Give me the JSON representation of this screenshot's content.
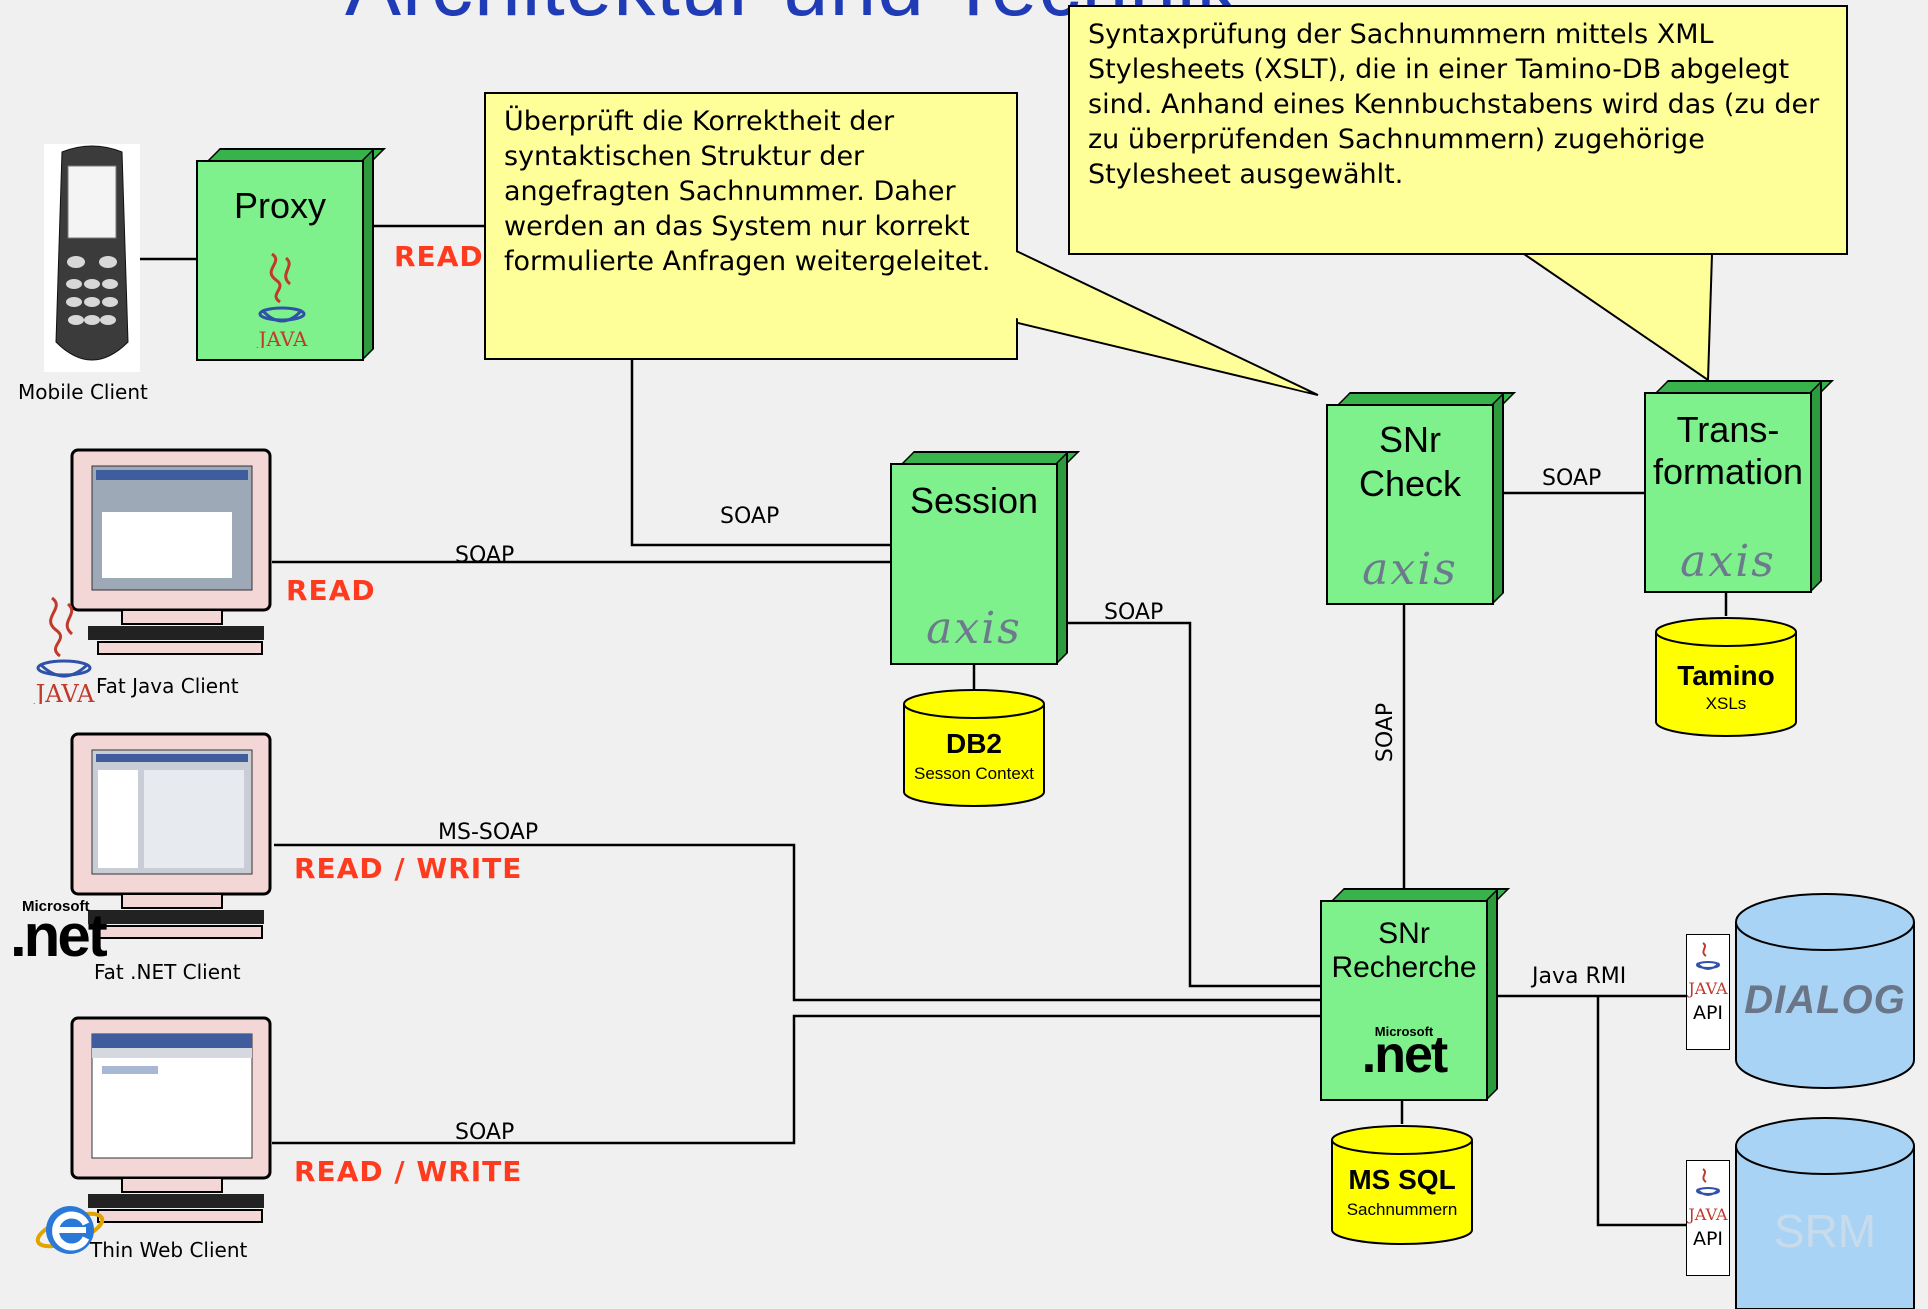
{
  "title": "Architektur und Technik",
  "colors": {
    "box_green": "#7ef08c",
    "callout_yellow": "#ffff99",
    "db_yellow": "#ffff00",
    "db_blue": "#a9d3f5",
    "rw_red": "#ff3b1f",
    "title_blue": "#1f3cb6"
  },
  "callouts": {
    "syntax_check": "Überprüft die Korrektheit der syntaktischen Struktur der angefragten Sachnummer. Daher werden an das System nur korrekt formulierte Anfragen weitergeleitet.",
    "xslt_check": "Syntaxprüfung der Sachnummern mittels XML Stylesheets (XSLT), die in einer Tamino-DB abgelegt sind. Anhand eines Kennbuchstabens wird das (zu der zu überprüfenden Sachnummern) zugehörige Stylesheet ausgewählt."
  },
  "components": {
    "proxy": {
      "label": "Proxy",
      "logo": "java-logo"
    },
    "session": {
      "label": "Session",
      "logo": "axis-logo"
    },
    "snr_check": {
      "label1": "SNr",
      "label2": "Check",
      "logo": "axis-logo"
    },
    "transformation": {
      "label1": "Trans-",
      "label2": "formation",
      "logo": "axis-logo"
    },
    "snr_recherche": {
      "label1": "SNr",
      "label2": "Recherche",
      "logo": "dotnet-logo"
    }
  },
  "logos": {
    "axis": "axis",
    "net": ".net",
    "microsoft": "Microsoft",
    "java": "JAVA"
  },
  "databases": {
    "db2": {
      "name": "DB2",
      "sub": "Sesson Context"
    },
    "tamino": {
      "name": "Tamino",
      "sub": "XSLs"
    },
    "mssql": {
      "name": "MS SQL",
      "sub": "Sachnummern"
    },
    "dialog": {
      "name": "DIALOG"
    },
    "srm": {
      "name": "SRM"
    }
  },
  "api": {
    "label": "API",
    "java": "JAVA"
  },
  "clients": {
    "mobile": "Mobile Client",
    "fat_java": "Fat Java Client",
    "fat_net": "Fat .NET Client",
    "thin_web": "Thin Web Client"
  },
  "edges": {
    "soap_session_top": "SOAP",
    "soap_fatjava": "SOAP",
    "soap_session_right": "SOAP",
    "soap_check_transform": "SOAP",
    "soap_vertical": "SOAP",
    "ms_soap": "MS-SOAP",
    "soap_thin": "SOAP",
    "java_rmi": "Java RMI"
  },
  "access": {
    "proxy": "READ",
    "fat_java": "READ",
    "fat_net": "READ / WRITE",
    "thin_web": "READ / WRITE"
  }
}
